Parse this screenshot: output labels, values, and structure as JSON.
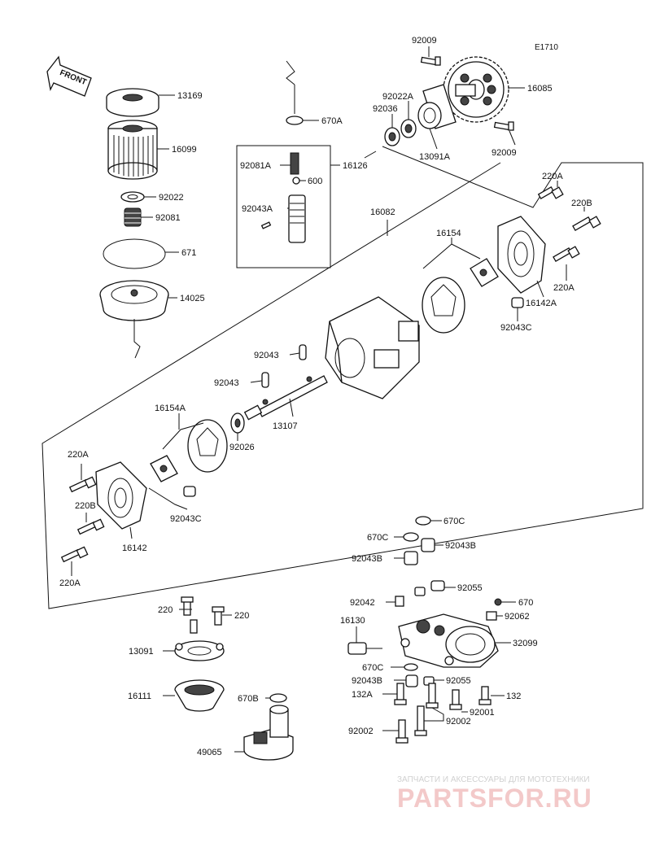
{
  "diagram_code": "E1710",
  "front_label": "FRONT",
  "watermark": {
    "tagline": "ЗАПЧАСТИ И АКСЕССУАРЫ ДЛЯ МОТОТЕХНИКИ",
    "brand": "PARTSFOR.RU"
  },
  "labels": [
    {
      "key": "13169",
      "text": "13169"
    },
    {
      "key": "16099",
      "text": "16099"
    },
    {
      "key": "92022",
      "text": "92022"
    },
    {
      "key": "92081",
      "text": "92081"
    },
    {
      "key": "671",
      "text": "671"
    },
    {
      "key": "14025",
      "text": "14025"
    },
    {
      "key": "670A",
      "text": "670A"
    },
    {
      "key": "92081A",
      "text": "92081A"
    },
    {
      "key": "16126",
      "text": "16126"
    },
    {
      "key": "600",
      "text": "600"
    },
    {
      "key": "92043A",
      "text": "92043A"
    },
    {
      "key": "92009a",
      "text": "92009"
    },
    {
      "key": "92022A",
      "text": "92022A"
    },
    {
      "key": "92036",
      "text": "92036"
    },
    {
      "key": "16085",
      "text": "16085"
    },
    {
      "key": "13091A",
      "text": "13091A"
    },
    {
      "key": "92009b",
      "text": "92009"
    },
    {
      "key": "220Aa",
      "text": "220A"
    },
    {
      "key": "220Ba",
      "text": "220B"
    },
    {
      "key": "16082",
      "text": "16082"
    },
    {
      "key": "16154",
      "text": "16154"
    },
    {
      "key": "220Ab",
      "text": "220A"
    },
    {
      "key": "16142A",
      "text": "16142A"
    },
    {
      "key": "92043C",
      "text": "92043C"
    },
    {
      "key": "92043a",
      "text": "92043"
    },
    {
      "key": "92043b",
      "text": "92043"
    },
    {
      "key": "13107",
      "text": "13107"
    },
    {
      "key": "16154A",
      "text": "16154A"
    },
    {
      "key": "92026",
      "text": "92026"
    },
    {
      "key": "220Ac",
      "text": "220A"
    },
    {
      "key": "220Bb",
      "text": "220B"
    },
    {
      "key": "16142",
      "text": "16142"
    },
    {
      "key": "92043Cb",
      "text": "92043C"
    },
    {
      "key": "220Ad",
      "text": "220A"
    },
    {
      "key": "670C",
      "text": "670C"
    },
    {
      "key": "670Cb",
      "text": "670C"
    },
    {
      "key": "92043Ba",
      "text": "92043B"
    },
    {
      "key": "92043Bb",
      "text": "92043B"
    },
    {
      "key": "92055a",
      "text": "92055"
    },
    {
      "key": "92042",
      "text": "92042"
    },
    {
      "key": "670",
      "text": "670"
    },
    {
      "key": "92062",
      "text": "92062"
    },
    {
      "key": "16130",
      "text": "16130"
    },
    {
      "key": "32099",
      "text": "32099"
    },
    {
      "key": "670Cc",
      "text": "670C"
    },
    {
      "key": "92043Bc",
      "text": "92043B"
    },
    {
      "key": "92055b",
      "text": "92055"
    },
    {
      "key": "132A",
      "text": "132A"
    },
    {
      "key": "132",
      "text": "132"
    },
    {
      "key": "92001",
      "text": "92001"
    },
    {
      "key": "92002a",
      "text": "92002"
    },
    {
      "key": "92002b",
      "text": "92002"
    },
    {
      "key": "220a",
      "text": "220"
    },
    {
      "key": "220b",
      "text": "220"
    },
    {
      "key": "13091",
      "text": "13091"
    },
    {
      "key": "16111",
      "text": "16111"
    },
    {
      "key": "670B",
      "text": "670B"
    },
    {
      "key": "49065",
      "text": "49065"
    }
  ]
}
